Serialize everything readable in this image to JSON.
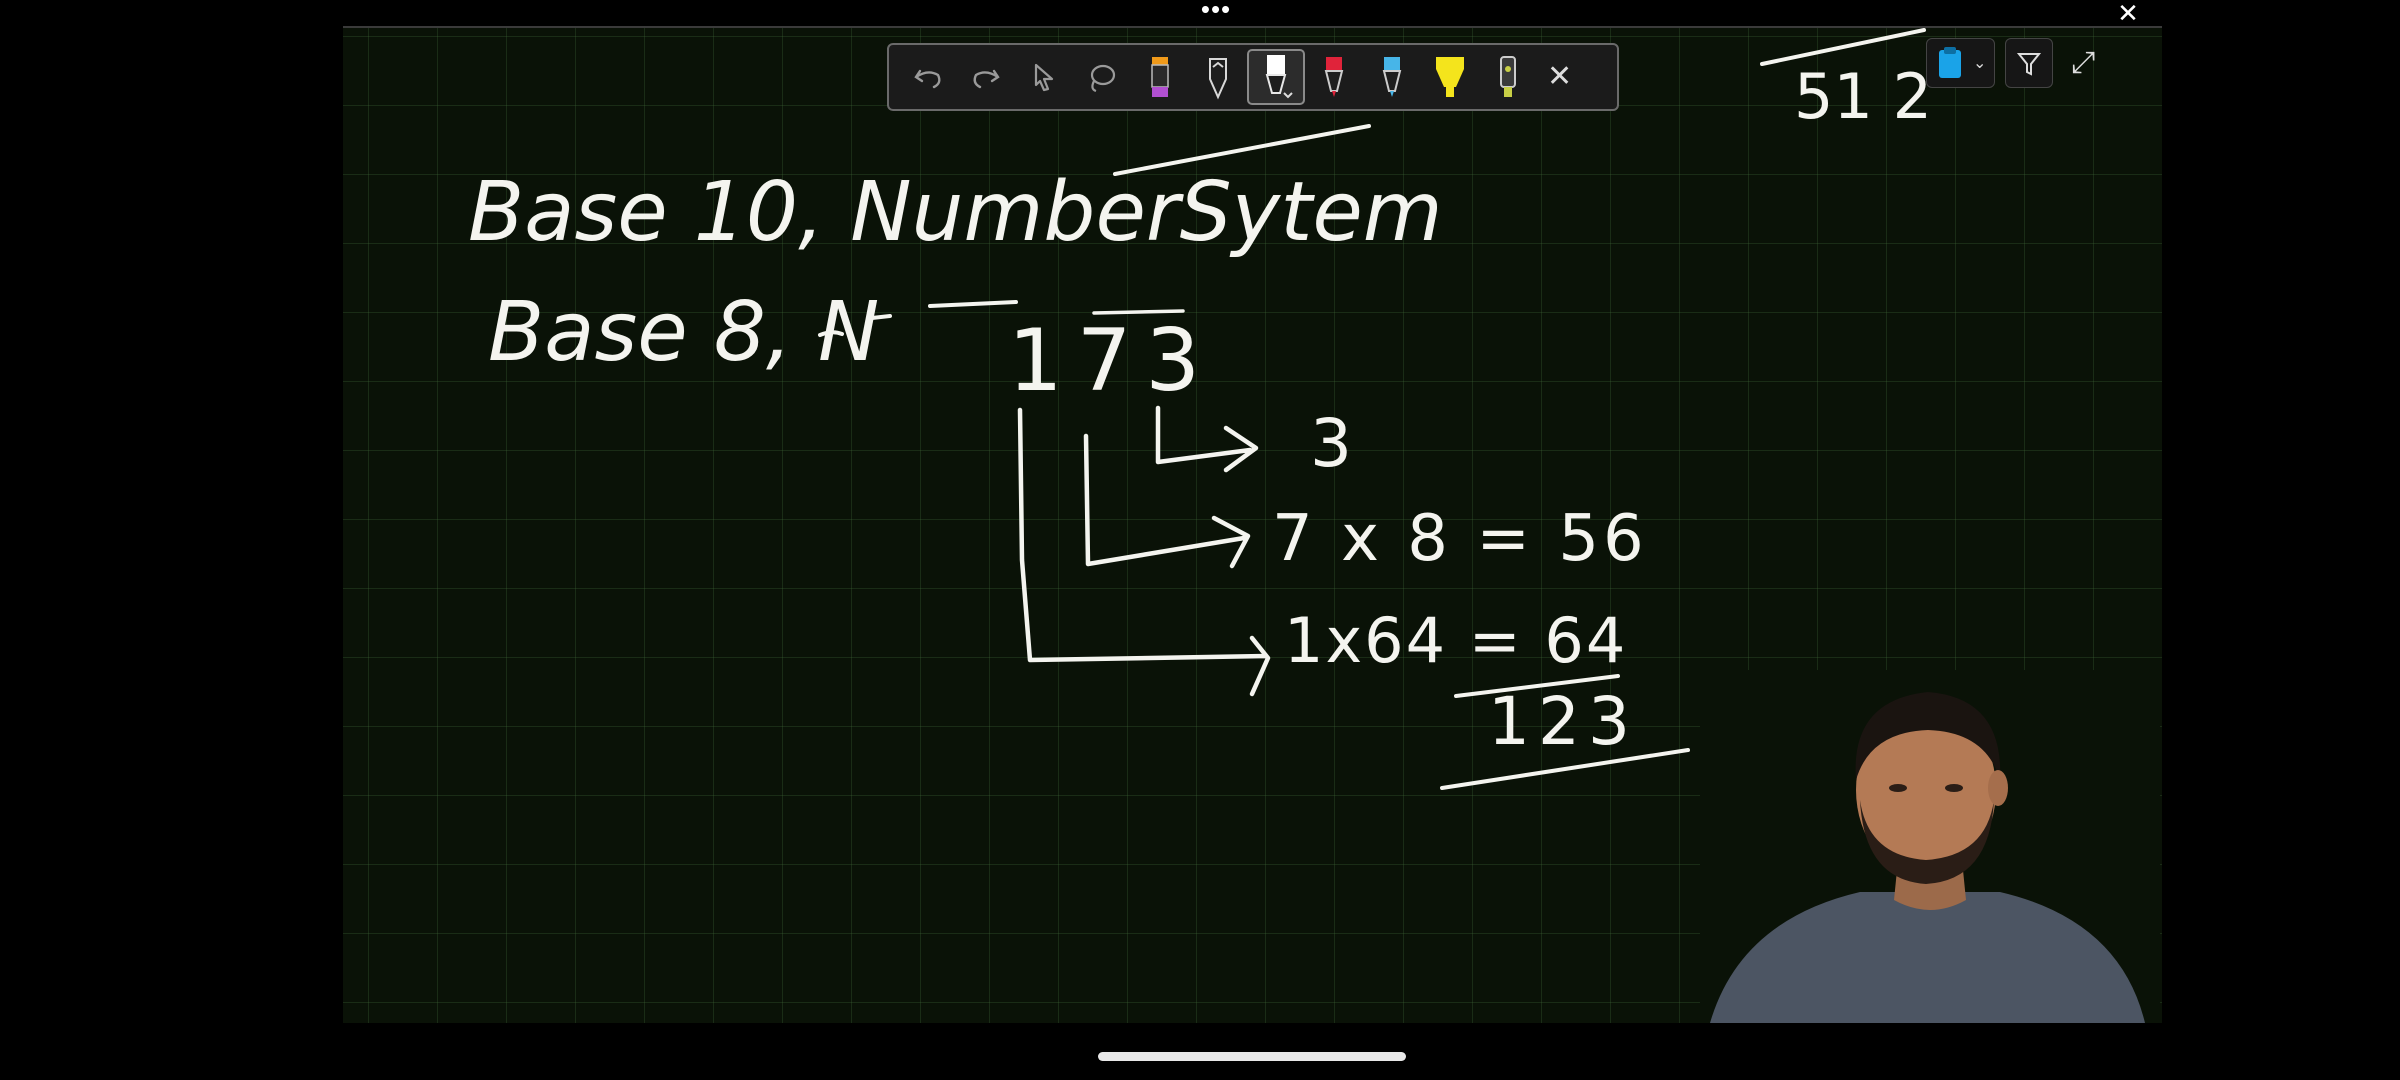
{
  "window": {
    "more_label": "•••",
    "close_label": "✕"
  },
  "whiteboard": {
    "title_line_1": "Base 10, NumberSytem",
    "title_line_2": "Base 8, N",
    "octal_number": "173",
    "step_1": "3",
    "step_2": "7 x 8 = 56",
    "step_3": "1x64 = 64",
    "total": "123",
    "corner_fragment": "51 2"
  },
  "ink_toolbar": {
    "buttons": [
      {
        "name": "undo-icon"
      },
      {
        "name": "redo-icon"
      },
      {
        "name": "select-cursor-icon"
      },
      {
        "name": "lasso-icon"
      },
      {
        "name": "purple-pen-icon",
        "color": "#b14fd1"
      },
      {
        "name": "pencil-icon"
      },
      {
        "name": "white-pen-icon",
        "color": "#ffffff",
        "selected": true
      },
      {
        "name": "red-pen-icon",
        "color": "#e0233a"
      },
      {
        "name": "blue-pen-icon",
        "color": "#47b5e8"
      },
      {
        "name": "yellow-highlighter-icon",
        "color": "#f4e41c"
      },
      {
        "name": "eraser-icon",
        "color": "#c8cf46"
      }
    ],
    "close_label": "✕"
  },
  "right_tools": {
    "clipboard_color": "#1aa3e8",
    "caret": "⌄",
    "expand_label": "⤢"
  },
  "colors": {
    "board_background": "#0a1207",
    "grid_line": "#2c4026",
    "ink": "#f4f4ef",
    "shirt": "#4c5563"
  }
}
